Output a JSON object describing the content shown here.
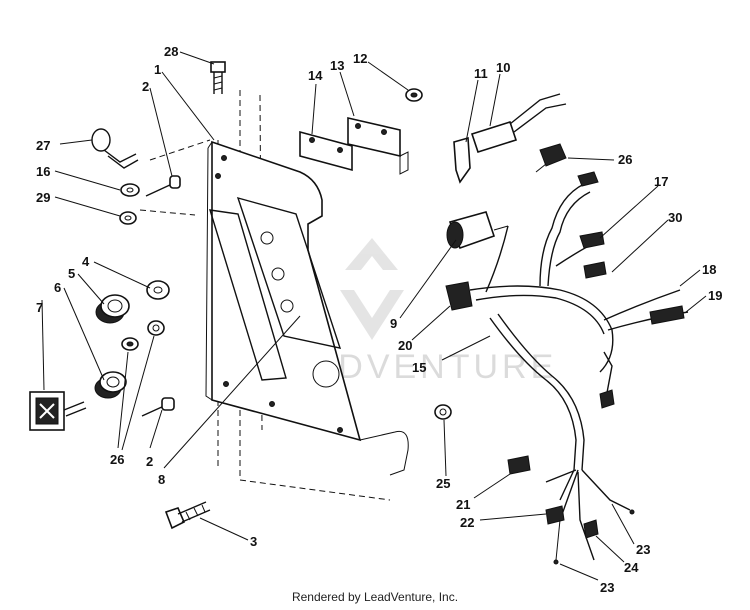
{
  "diagram": {
    "callouts": {
      "c1": "1",
      "c2a": "2",
      "c2b": "2",
      "c3": "3",
      "c4": "4",
      "c5": "5",
      "c6": "6",
      "c7": "7",
      "c8": "8",
      "c9": "9",
      "c10": "10",
      "c11": "11",
      "c12": "12",
      "c13": "13",
      "c14": "14",
      "c15": "15",
      "c16": "16",
      "c17": "17",
      "c18": "18",
      "c19": "19",
      "c20": "20",
      "c21": "21",
      "c22": "22",
      "c23a": "23",
      "c23b": "23",
      "c24": "24",
      "c25": "25",
      "c26a": "26",
      "c26b": "26",
      "c27": "27",
      "c28": "28",
      "c29": "29",
      "c30": "30"
    }
  },
  "watermark": {
    "text": "LEADVENTURE"
  },
  "footer": {
    "text": "Rendered by LeadVenture, Inc."
  }
}
